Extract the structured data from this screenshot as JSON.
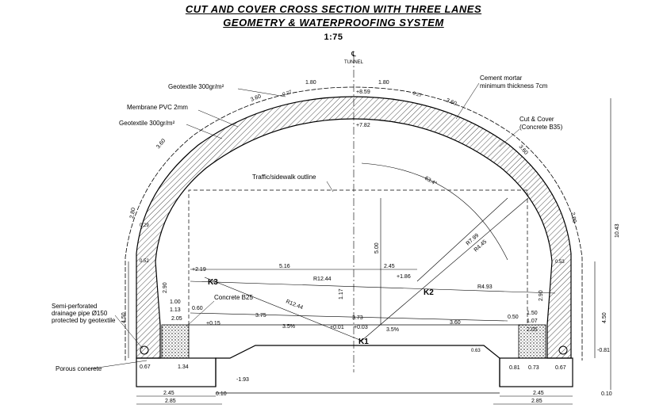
{
  "title": {
    "line1": "CUT AND COVER CROSS SECTION WITH THREE LANES",
    "line2": "GEOMETRY & WATERPROOFING SYSTEM",
    "scale": "1:75"
  },
  "axis": {
    "cl": "℄",
    "tunnel": "TUNNEL"
  },
  "labels": {
    "geotextile_top": "Geotextile 300gr/m²",
    "membrane": "Membrane PVC 2mm",
    "geotextile_left": "Geotextile 300gr/m²",
    "cement_mortar_1": "Cement mortar",
    "cement_mortar_2": "minimum thickness 7cm",
    "cut_cover_1": "Cut & Cover",
    "cut_cover_2": "(Concrete B35)",
    "traffic": "Traffic/sidewalk outline",
    "concrete_b25": "Concrete B25",
    "drain_1": "Semi-perforated",
    "drain_2": "drainage pipe Ø150",
    "drain_3": "protected by geotextile",
    "porous": "Porous concrete",
    "k1": "K1",
    "k2": "K2",
    "k3": "K3"
  },
  "dims": {
    "d180l": "1.80",
    "d180r": "1.80",
    "d360a": "3.60",
    "d360b": "3.60",
    "d360c": "3.60",
    "d360d": "3.60",
    "d280l": "2.80",
    "d280r": "2.80",
    "d859": "+8.59",
    "d782": "+7.82",
    "d516": "5.16",
    "d245": "2.45",
    "d186": "+1.86",
    "r1244a": "R12.44",
    "r1244b": "R12.44",
    "r493": "R4.93",
    "r799": "R7.99",
    "r845": "R4.45",
    "d500": "5.00",
    "d117": "1.17",
    "d219": "+2.19",
    "d015": "+0.15",
    "d375": "3.75",
    "d373": "3.73",
    "d360e": "3.60",
    "d001": "+0.01",
    "d003": "+0.03",
    "s3a": "3.5%",
    "s3b": "3.5%",
    "d290": "2.90",
    "d100": "1.00",
    "d113": "1.13",
    "d050": "0.60",
    "d205l": "2.05",
    "d205r": "2.05",
    "d150l": "1.50",
    "d107": "1.07",
    "d050r": "0.50",
    "d290r": "2.90",
    "d067l": "0.67",
    "d134": "1.34",
    "d081": "0.81",
    "d073": "0.73",
    "d067r": "0.67",
    "d245l": "2.45",
    "d285l": "2.85",
    "d245r": "2.45",
    "d285r": "2.85",
    "d010l": "0.10",
    "d010r": "0.10",
    "d193": "-1.93",
    "d081r": "-0.81",
    "d450l": "4.50",
    "d450r": "4.50",
    "d1043": "10.43",
    "d633": "63.4°",
    "d027a": "0.27",
    "d027b": "0.27",
    "d052": "0.52",
    "d053": "0.53",
    "d029": "0.29",
    "d063": "0.63"
  }
}
